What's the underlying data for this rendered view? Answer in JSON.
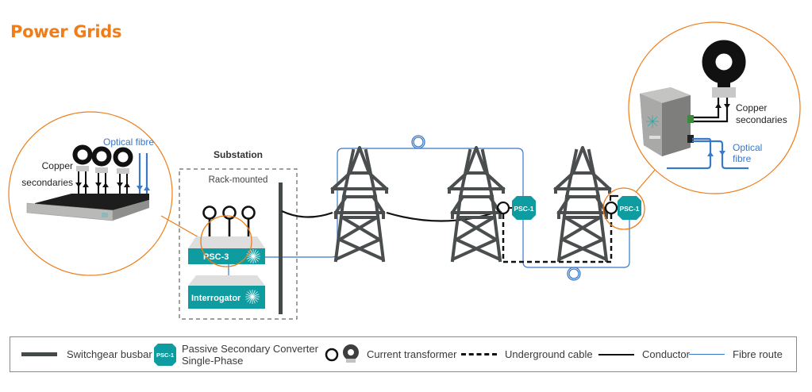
{
  "page": {
    "title": "Power Grids"
  },
  "colors": {
    "accent_orange": "#ee7d1a",
    "fibre_blue": "#3a78c8",
    "teal": "#0f9ca0",
    "busbar": "#444a48",
    "tower": "#4a4e4e"
  },
  "left_callout": {
    "copper_label_1": "Copper",
    "copper_label_2": "secondaries",
    "optical_label": "Optical fibre"
  },
  "substation": {
    "title": "Substation",
    "rack_label": "Rack-mounted",
    "psc3_label": "PSC-3",
    "interrogator_label": "Interrogator"
  },
  "psc1": {
    "label": "PSC-1"
  },
  "right_callout": {
    "copper_label_1": "Copper",
    "copper_label_2": "secondaries",
    "optical_label_1": "Optical",
    "optical_label_2": "fibre"
  },
  "legend": {
    "busbar": "Switchgear busbar",
    "psc_badge": "PSC-1",
    "psc_line1": "Passive Secondary Converter",
    "psc_line2": "Single-Phase",
    "ct": "Current transformer",
    "underground": "Underground cable",
    "conductor": "Conductor",
    "fibre": "Fibre route"
  }
}
